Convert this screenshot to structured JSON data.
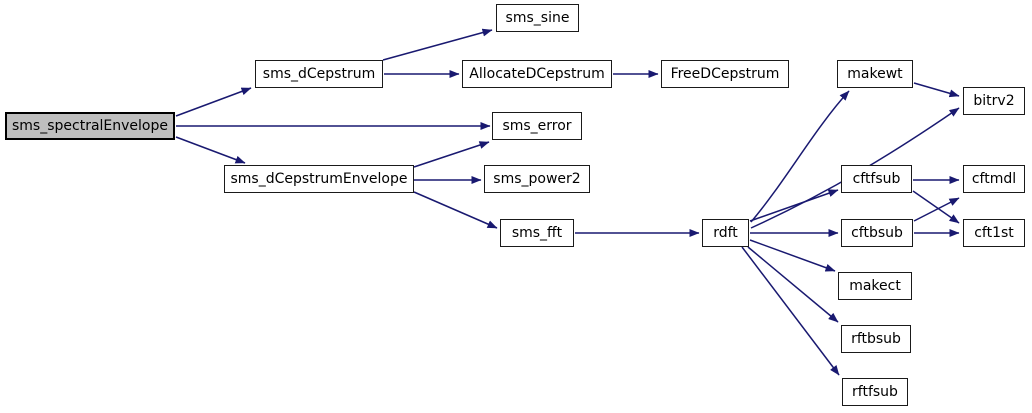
{
  "diagram": {
    "type": "call-graph",
    "edge_color": "#191970",
    "node_fill": "#ffffff",
    "node_border_color": "#000000",
    "highlight_fill": "#bfbfbf",
    "background": "#ffffff"
  },
  "nodes": [
    {
      "id": "sms_spectralEnvelope",
      "label": "sms_spectralEnvelope",
      "highlighted": true
    },
    {
      "id": "sms_dCepstrum",
      "label": "sms_dCepstrum",
      "highlighted": false
    },
    {
      "id": "sms_sine",
      "label": "sms_sine",
      "highlighted": false
    },
    {
      "id": "AllocateDCepstrum",
      "label": "AllocateDCepstrum",
      "highlighted": false
    },
    {
      "id": "FreeDCepstrum",
      "label": "FreeDCepstrum",
      "highlighted": false
    },
    {
      "id": "sms_error",
      "label": "sms_error",
      "highlighted": false
    },
    {
      "id": "sms_dCepstrumEnvelope",
      "label": "sms_dCepstrumEnvelope",
      "highlighted": false
    },
    {
      "id": "sms_power2",
      "label": "sms_power2",
      "highlighted": false
    },
    {
      "id": "sms_fft",
      "label": "sms_fft",
      "highlighted": false
    },
    {
      "id": "rdft",
      "label": "rdft",
      "highlighted": false
    },
    {
      "id": "makewt",
      "label": "makewt",
      "highlighted": false
    },
    {
      "id": "bitrv2",
      "label": "bitrv2",
      "highlighted": false
    },
    {
      "id": "cftfsub",
      "label": "cftfsub",
      "highlighted": false
    },
    {
      "id": "cftmdl",
      "label": "cftmdl",
      "highlighted": false
    },
    {
      "id": "cftbsub",
      "label": "cftbsub",
      "highlighted": false
    },
    {
      "id": "cft1st",
      "label": "cft1st",
      "highlighted": false
    },
    {
      "id": "makect",
      "label": "makect",
      "highlighted": false
    },
    {
      "id": "rftbsub",
      "label": "rftbsub",
      "highlighted": false
    },
    {
      "id": "rftfsub",
      "label": "rftfsub",
      "highlighted": false
    }
  ],
  "edges": [
    {
      "from": "sms_spectralEnvelope",
      "to": "sms_dCepstrum"
    },
    {
      "from": "sms_spectralEnvelope",
      "to": "sms_error"
    },
    {
      "from": "sms_spectralEnvelope",
      "to": "sms_dCepstrumEnvelope"
    },
    {
      "from": "sms_dCepstrum",
      "to": "sms_sine"
    },
    {
      "from": "sms_dCepstrum",
      "to": "AllocateDCepstrum"
    },
    {
      "from": "AllocateDCepstrum",
      "to": "FreeDCepstrum"
    },
    {
      "from": "sms_dCepstrumEnvelope",
      "to": "sms_error"
    },
    {
      "from": "sms_dCepstrumEnvelope",
      "to": "sms_power2"
    },
    {
      "from": "sms_dCepstrumEnvelope",
      "to": "sms_fft"
    },
    {
      "from": "sms_fft",
      "to": "rdft"
    },
    {
      "from": "rdft",
      "to": "makewt"
    },
    {
      "from": "rdft",
      "to": "bitrv2"
    },
    {
      "from": "rdft",
      "to": "cftfsub"
    },
    {
      "from": "rdft",
      "to": "cftbsub"
    },
    {
      "from": "rdft",
      "to": "makect"
    },
    {
      "from": "rdft",
      "to": "rftbsub"
    },
    {
      "from": "rdft",
      "to": "rftfsub"
    },
    {
      "from": "makewt",
      "to": "bitrv2"
    },
    {
      "from": "cftfsub",
      "to": "cftmdl"
    },
    {
      "from": "cftfsub",
      "to": "cft1st"
    },
    {
      "from": "cftbsub",
      "to": "cftmdl"
    },
    {
      "from": "cftbsub",
      "to": "cft1st"
    }
  ]
}
